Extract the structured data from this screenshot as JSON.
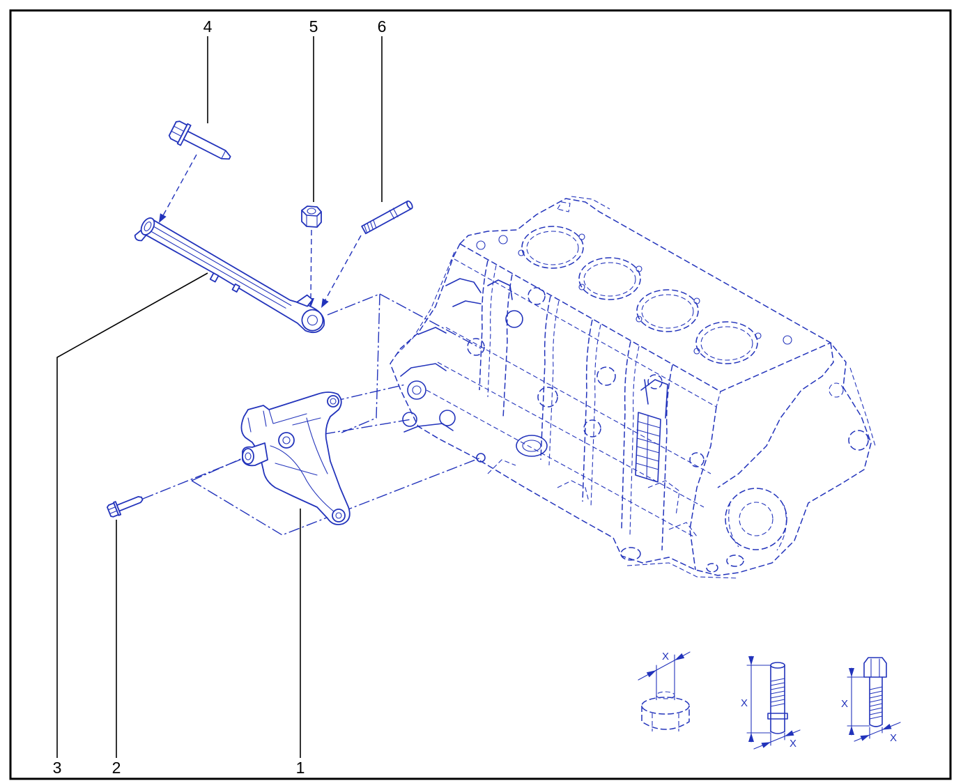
{
  "colors": {
    "drawing_lines": "#2233bb",
    "leader_lines": "#000000",
    "frame": "#000000",
    "background": "#ffffff"
  },
  "callouts": {
    "bracket": "1",
    "bracket_bolt": "2",
    "support_strap": "3",
    "strap_bolt": "4",
    "nut": "5",
    "stud": "6"
  },
  "legend": {
    "nut_dimension": "X",
    "stud_length_dimension": "X",
    "stud_diameter_dimension": "X",
    "bolt_length_dimension": "X",
    "bolt_diameter_dimension": "X"
  }
}
